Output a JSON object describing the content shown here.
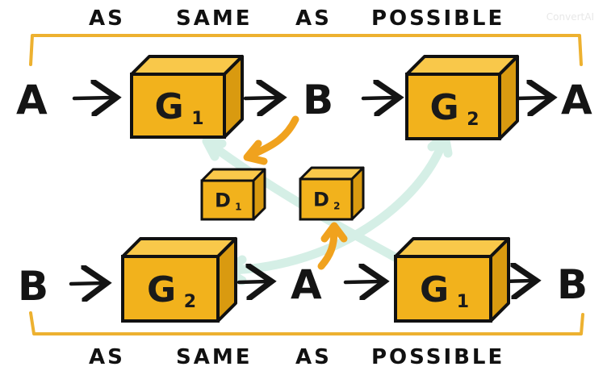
{
  "captions": {
    "top": [
      "AS",
      "SAME",
      "AS",
      "POSSIBLE"
    ],
    "bottom": [
      "AS",
      "SAME",
      "AS",
      "POSSIBLE"
    ]
  },
  "watermark": "ConvertAI",
  "variables": {
    "top_left": "A",
    "top_middle": "B",
    "top_right": "A",
    "bottom_left": "B",
    "bottom_middle": "A",
    "bottom_right": "B"
  },
  "generators": {
    "top_1": {
      "letter": "G",
      "sub": "1"
    },
    "top_2": {
      "letter": "G",
      "sub": "2"
    },
    "bottom_1": {
      "letter": "G",
      "sub": "2"
    },
    "bottom_2": {
      "letter": "G",
      "sub": "1"
    }
  },
  "discriminators": {
    "d1": {
      "letter": "D",
      "sub": "1"
    },
    "d2": {
      "letter": "D",
      "sub": "2"
    }
  },
  "colors": {
    "cube_front": "#F2B21C",
    "cube_top": "#F9C84A",
    "cube_side": "#D99A10",
    "outline": "#111111",
    "bracket": "#EDB130",
    "orange_arrow": "#F0A21E",
    "mint_arrow": "#D5EFE6"
  }
}
